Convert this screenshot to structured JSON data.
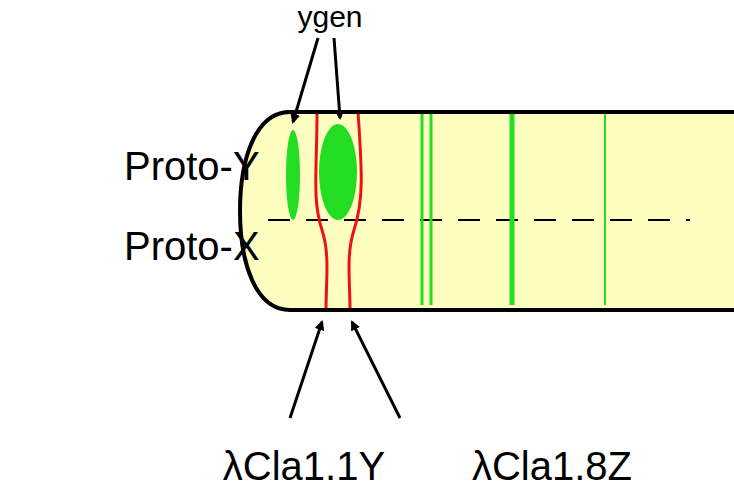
{
  "diagram": {
    "labels": [
      "ygen",
      "Proto-Y",
      "Proto-X",
      "λCla1.1Y",
      "λCla1.8Z"
    ]
  }
}
